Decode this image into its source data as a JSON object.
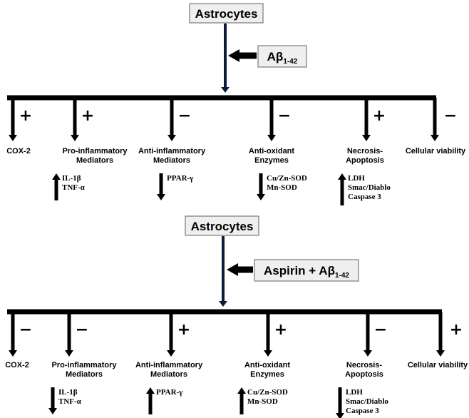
{
  "panels": [
    {
      "cell_type": "Astrocytes",
      "treatment_parts": [
        "Aβ",
        "1-42"
      ],
      "outcomes": [
        {
          "label_lines": [
            "COX-2"
          ],
          "effect": "+",
          "markers": [],
          "direction": ""
        },
        {
          "label_lines": [
            "Pro-inflammatory",
            "Mediators"
          ],
          "effect": "+",
          "markers": [
            "IL-1β",
            "TNF-α"
          ],
          "direction": "up"
        },
        {
          "label_lines": [
            "Anti-inflammatory",
            "Mediators"
          ],
          "effect": "−",
          "markers": [
            "PPAR-γ"
          ],
          "direction": "down"
        },
        {
          "label_lines": [
            "Anti-oxidant",
            "Enzymes"
          ],
          "effect": "−",
          "markers": [
            "Cu/Zn-SOD",
            "Mn-SOD"
          ],
          "direction": "down"
        },
        {
          "label_lines": [
            "Necrosis-",
            "Apoptosis"
          ],
          "effect": "+",
          "markers": [
            "LDH",
            "Smac/Diablo",
            "Caspase 3"
          ],
          "direction": "up"
        },
        {
          "label_lines": [
            "Cellular viability"
          ],
          "effect": "−",
          "markers": [],
          "direction": ""
        }
      ]
    },
    {
      "cell_type": "Astrocytes",
      "treatment_parts": [
        "Aspirin + Aβ",
        "1-42"
      ],
      "outcomes": [
        {
          "label_lines": [
            "COX-2"
          ],
          "effect": "−",
          "markers": [],
          "direction": ""
        },
        {
          "label_lines": [
            "Pro-inflammatory",
            "Mediators"
          ],
          "effect": "−",
          "markers": [
            "IL-1β",
            "TNF-α"
          ],
          "direction": "down"
        },
        {
          "label_lines": [
            "Anti-inflammatory",
            "Mediators"
          ],
          "effect": "+",
          "markers": [
            "PPAR-γ"
          ],
          "direction": "up"
        },
        {
          "label_lines": [
            "Anti-oxidant",
            "Enzymes"
          ],
          "effect": "+",
          "markers": [
            "Cu/Zn-SOD",
            "Mn-SOD"
          ],
          "direction": "up"
        },
        {
          "label_lines": [
            "Necrosis-",
            "Apoptosis"
          ],
          "effect": "−",
          "markers": [
            "LDH",
            "Smac/Diablo",
            "Caspase 3"
          ],
          "direction": "down"
        },
        {
          "label_lines": [
            "Cellular viability"
          ],
          "effect": "+",
          "markers": [],
          "direction": ""
        }
      ]
    }
  ]
}
